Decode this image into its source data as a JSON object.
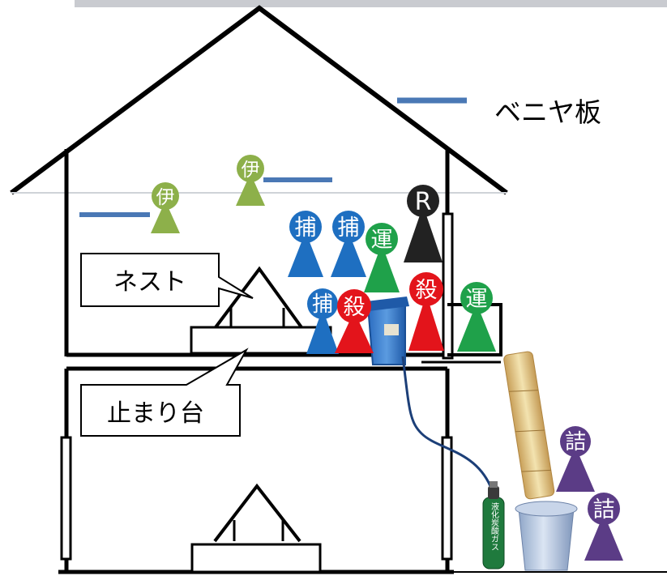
{
  "legend": {
    "label": "ベニヤ板",
    "color": "#4a78b5"
  },
  "callouts": {
    "nest": "ネスト",
    "perch": "止まり台"
  },
  "tank_label": "液化炭酸ガス",
  "figures": [
    {
      "id": "ken-1",
      "glyph": "伊",
      "color": "#8db04a"
    },
    {
      "id": "ken-2",
      "glyph": "伊",
      "color": "#8db04a"
    },
    {
      "id": "ho-1",
      "glyph": "捕",
      "color": "#1e6fc1"
    },
    {
      "id": "ho-2",
      "glyph": "捕",
      "color": "#1e6fc1"
    },
    {
      "id": "ho-3",
      "glyph": "捕",
      "color": "#1e6fc1"
    },
    {
      "id": "un-1",
      "glyph": "運",
      "color": "#1fa14a"
    },
    {
      "id": "un-2",
      "glyph": "運",
      "color": "#1fa14a"
    },
    {
      "id": "r-1",
      "glyph": "R",
      "color": "#222222"
    },
    {
      "id": "satsu-1",
      "glyph": "殺",
      "color": "#e3141b"
    },
    {
      "id": "satsu-2",
      "glyph": "殺",
      "color": "#e3141b"
    },
    {
      "id": "tsume-1",
      "glyph": "詰",
      "color": "#5b3c86"
    },
    {
      "id": "tsume-2",
      "glyph": "詰",
      "color": "#5b3c86"
    }
  ]
}
